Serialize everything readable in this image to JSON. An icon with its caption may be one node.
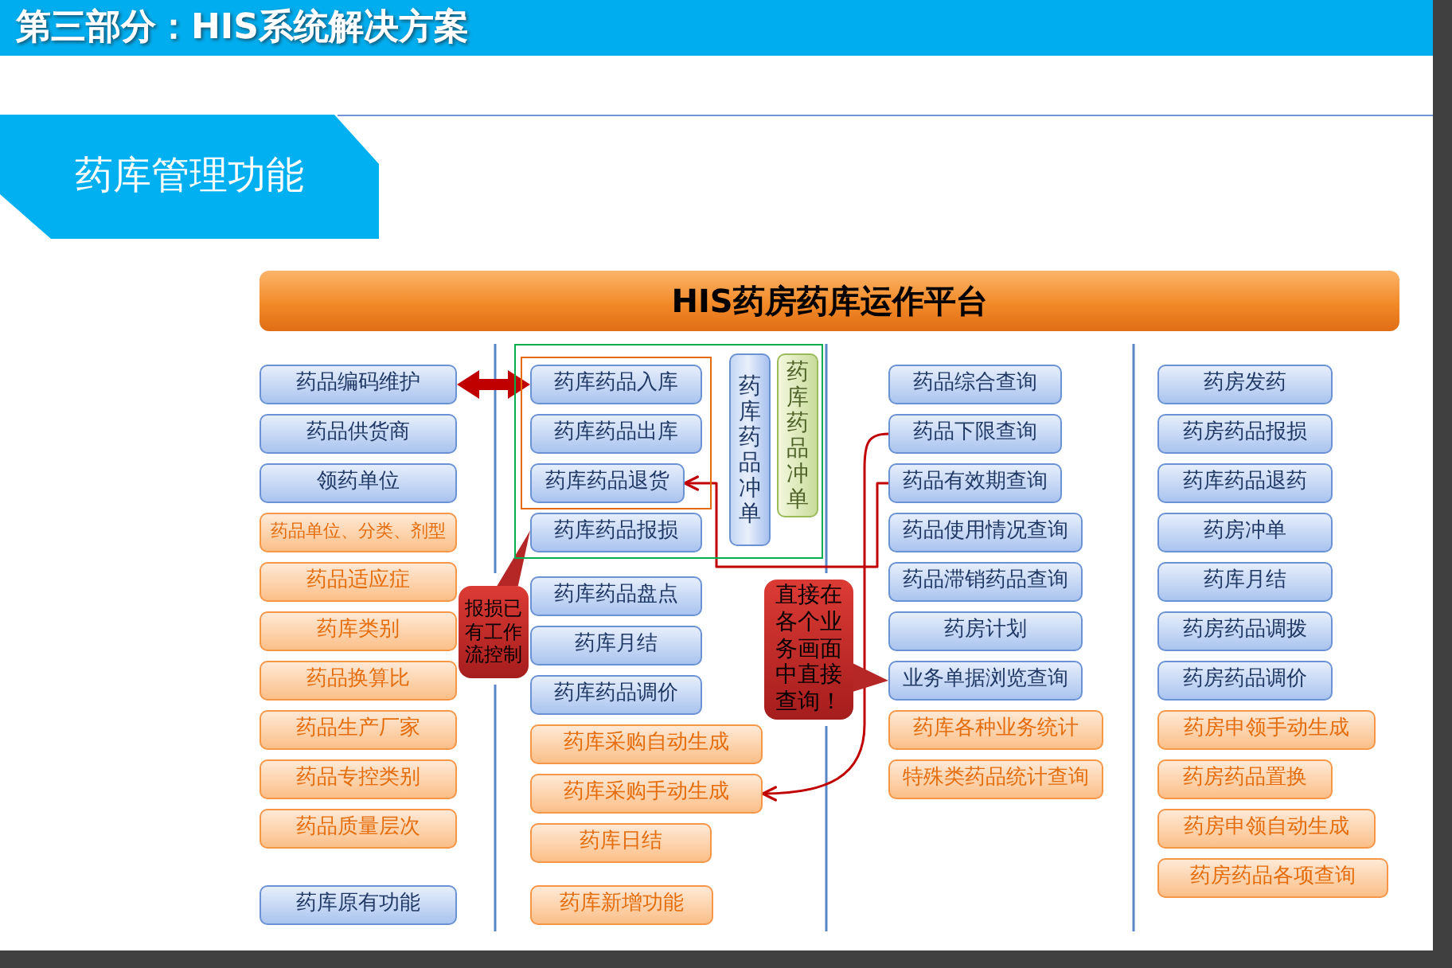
{
  "diagram": {
    "title": "第三部分：HIS系统解决方案",
    "nodes": [
      {
        "text": [
          "药库管理功能"
        ]
      },
      {
        "text": [
          "HIS药房药库运作平台"
        ]
      },
      {
        "text": [
          "药品编码维护"
        ]
      },
      {
        "text": [
          "药品供货商"
        ]
      },
      {
        "text": [
          "领药单位"
        ]
      },
      {
        "text": [
          "药品单位、分类、剂型"
        ]
      },
      {
        "text": [
          "药品适应症"
        ]
      },
      {
        "text": [
          "药库类别"
        ]
      },
      {
        "text": [
          "药品换算比"
        ]
      },
      {
        "text": [
          "药品生产厂家"
        ]
      },
      {
        "text": [
          "药品专控类别"
        ]
      },
      {
        "text": [
          "药品质量层次"
        ]
      },
      {
        "text": [
          "药库原有功能"
        ]
      },
      {
        "text": [],
        "shape": "box"
      },
      {
        "text": [],
        "shape": "box",
        "in": 13
      },
      {
        "text": [
          "药库药品入库"
        ],
        "in": 14
      },
      {
        "text": [
          "药库药品出库"
        ],
        "in": 14
      },
      {
        "text": [
          "药库药品退货"
        ],
        "in": 14
      },
      {
        "text": [
          "药库药品冲单"
        ],
        "in": 13
      },
      {
        "text": [
          "药库药品冲单"
        ],
        "in": 13
      },
      {
        "text": [
          "药库药品报损"
        ],
        "in": 13
      },
      {
        "text": [
          "药库药品盘点"
        ]
      },
      {
        "text": [
          "药库月结"
        ]
      },
      {
        "text": [
          "药库药品调价"
        ]
      },
      {
        "text": [
          "药库采购自动生成"
        ]
      },
      {
        "text": [
          "药库采购手动生成"
        ]
      },
      {
        "text": [
          "药库日结"
        ]
      },
      {
        "text": [
          "药库新增功能"
        ]
      },
      {
        "text": [
          "报损已有工作流控制"
        ]
      },
      {
        "text": [
          "直接在各个业务画面中直接查询！"
        ]
      },
      {
        "text": [
          "药品综合查询"
        ]
      },
      {
        "text": [
          "药品下限查询"
        ]
      },
      {
        "text": [
          "药品有效期查询"
        ]
      },
      {
        "text": [
          "药品使用情况查询"
        ]
      },
      {
        "text": [
          "药品滞销药品查询"
        ]
      },
      {
        "text": [
          "药房计划"
        ]
      },
      {
        "text": [
          "业务单据浏览查询"
        ]
      },
      {
        "text": [
          "药库各种业务统计"
        ]
      },
      {
        "text": [
          "特殊类药品统计查询"
        ]
      },
      {
        "text": [
          "药房发药"
        ]
      },
      {
        "text": [
          "药房药品报损"
        ]
      },
      {
        "text": [
          "药库药品退药"
        ]
      },
      {
        "text": [
          "药房冲单"
        ]
      },
      {
        "text": [
          "药库月结"
        ]
      },
      {
        "text": [
          "药房药品调拨"
        ]
      },
      {
        "text": [
          "药房药品调价"
        ]
      },
      {
        "text": [
          "药房申领手动生成"
        ]
      },
      {
        "text": [
          "药房药品置换"
        ]
      },
      {
        "text": [
          "药房申领自动生成"
        ]
      },
      {
        "text": [
          "药房药品各项查询"
        ]
      }
    ],
    "edges": [
      {
        "from": 2,
        "to": 15,
        "arrow": "both",
        "style": "thick"
      },
      {
        "from": 32,
        "to": 17,
        "arrow": "to"
      },
      {
        "from": 31,
        "to": 25,
        "arrow": "to"
      },
      {
        "from": 28,
        "to": 20,
        "arrow": "to"
      },
      {
        "from": 29,
        "to": 36,
        "arrow": "to"
      }
    ]
  }
}
